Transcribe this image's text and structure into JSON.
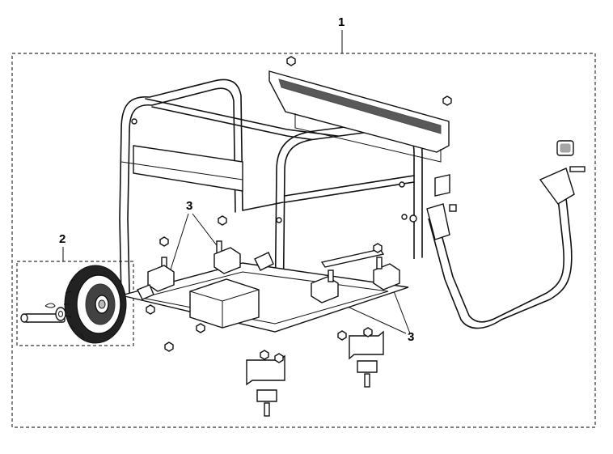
{
  "callouts": {
    "frame_assembly": "1",
    "wheel_kit": "2",
    "vibration_mount_top": "3",
    "vibration_mount_bottom": "3"
  },
  "icons": {
    "frame": "generator-frame-icon",
    "wheel": "wheel-icon",
    "handle": "handle-icon"
  }
}
